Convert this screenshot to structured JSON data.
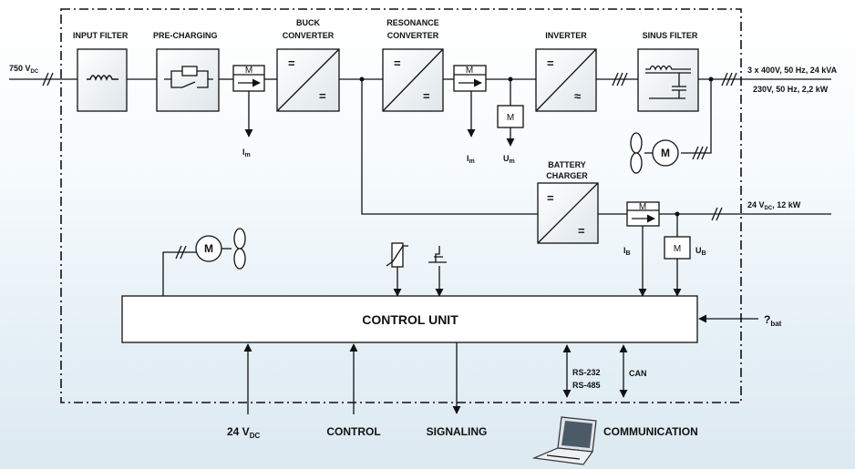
{
  "blocks": {
    "input_filter": "INPUT FILTER",
    "pre_charging": "PRE-CHARGING",
    "buck_line1": "BUCK",
    "buck_line2": "CONVERTER",
    "resonance_line1": "RESONANCE",
    "resonance_line2": "CONVERTER",
    "inverter": "INVERTER",
    "sinus_filter": "SINUS FILTER",
    "battery_line1": "BATTERY",
    "battery_line2": "CHARGER",
    "control_unit": "CONTROL UNIT"
  },
  "symbols": {
    "equals": "=",
    "approx": "≈",
    "meter": "M",
    "motor": "M"
  },
  "io": {
    "input_voltage_main": "750 V",
    "input_voltage_sub": "DC",
    "output_3phase": "3 x 400V, 50 Hz, 24 kVA",
    "output_1phase": "230V, 50 Hz, 2,2 kW",
    "dc_output_main": "24 V",
    "dc_output_sub": "DC",
    "dc_output_rest": ", 12 kW",
    "temp_main": "?",
    "temp_sub": "bat",
    "supply_main": "24 V",
    "supply_sub": "DC",
    "control": "CONTROL",
    "signaling": "SIGNALING",
    "communication": "COMMUNICATION",
    "rs232": "RS-232",
    "rs485": "RS-485",
    "can": "CAN"
  },
  "measurements": {
    "im_main": "I",
    "im_sub": "m",
    "um_main": "U",
    "um_sub": "m",
    "ib_main": "I",
    "ib_sub": "B",
    "ub_main": "U",
    "ub_sub": "B"
  }
}
